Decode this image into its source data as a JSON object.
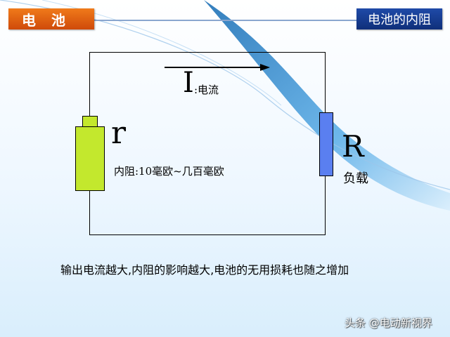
{
  "header": {
    "left_title": "电池",
    "right_title": "电池的内阻"
  },
  "diagram": {
    "current_symbol": "I",
    "current_label": ":电流",
    "battery_symbol": "r",
    "battery_note": "内阻:10毫欧~几百毫欧",
    "load_symbol": "R",
    "load_label": "负载"
  },
  "caption": "输出电流越大,内阻的影响越大,电池的无用损耗也随之增加",
  "watermark": "头条 @电动新视界",
  "colors": {
    "left_title_bg": "#e0621a",
    "right_title_bg": "#17408f",
    "battery": "#c3e82d",
    "resistor": "#5a7ff0",
    "swoosh": "#2f86c8"
  }
}
